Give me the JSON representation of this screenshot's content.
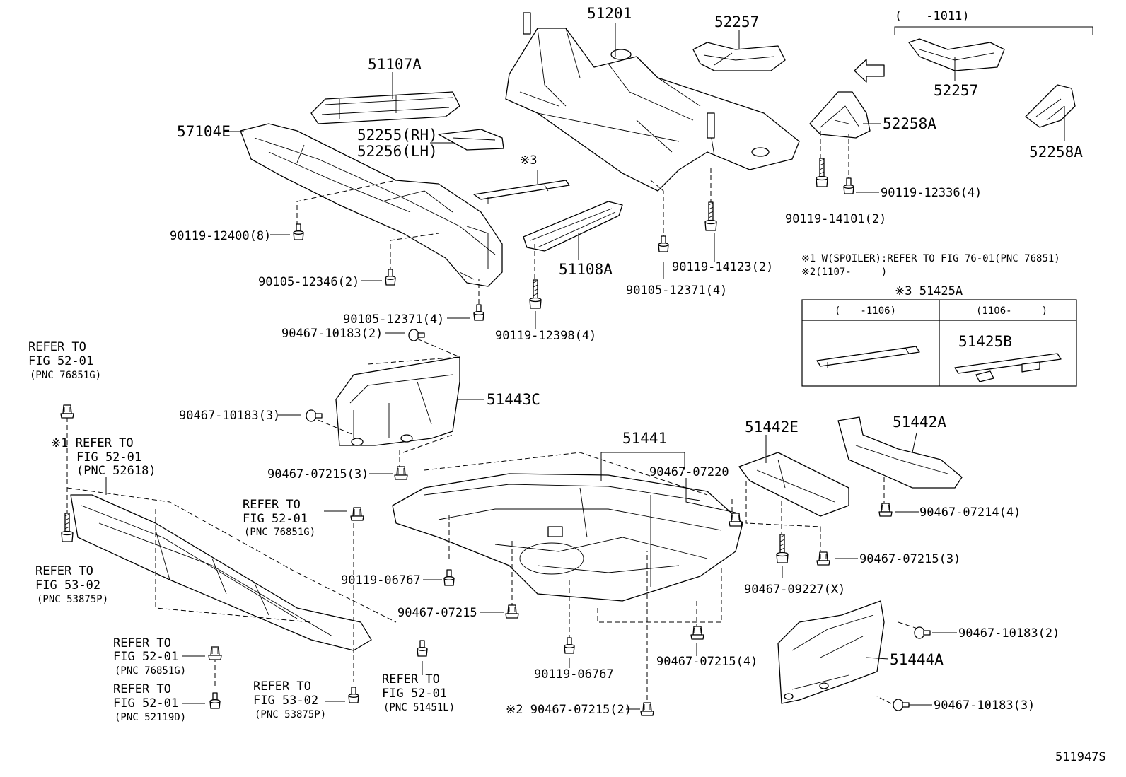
{
  "diagram_id": "511947S",
  "labels": {
    "p51201": "51201",
    "p52257_top": "52257",
    "date_range_top": "(　　-1011)",
    "p52257_right": "52257",
    "p52258A_a": "52258A",
    "p52258A_b": "52258A",
    "p51107A": "51107A",
    "p57104E": "57104E",
    "p52255": "52255(RH)",
    "p52256": "52256(LH)",
    "note3_mark": "※3",
    "b90119_12336": "90119-12336(4)",
    "b90119_14101": "90119-14101(2)",
    "b90119_12400": "90119-12400(8)",
    "p51108A": "51108A",
    "b90119_14123": "90119-14123(2)",
    "b90105_12346": "90105-12346(2)",
    "b90105_12371_b": "90105-12371(4)",
    "b90105_12371_a": "90105-12371(4)",
    "b90119_12398": "90119-12398(4)",
    "b90467_10183_top": "90467-10183(2)",
    "note1": "※1 W(SPOILER):REFER TO FIG 76-01(PNC 76851)",
    "note2": "※2(1107-　　　)",
    "note3_title": "※3 51425A",
    "table_col1": "(　　-1106)",
    "table_col2": "(1106-　　　)",
    "p51425B": "51425B",
    "ref1_a": "REFER TO",
    "ref1_b": "FIG 52-01",
    "ref1_c": "(PNC 76851G)",
    "p51443C": "51443C",
    "b90467_10183_3": "90467-10183(3)",
    "ref2_a": "※1 REFER TO",
    "ref2_b": "FIG 52-01",
    "ref2_c": "(PNC 52618)",
    "p51441": "51441",
    "p51442E": "51442E",
    "p51442A": "51442A",
    "b90467_07215_3_left": "90467-07215(3)",
    "b90467_07220": "90467-07220",
    "b90467_07214": "90467-07214(4)",
    "ref3_a": "REFER TO",
    "ref3_b": "FIG 52-01",
    "ref3_c": "(PNC 76851G)",
    "b90467_07215_3_right": "90467-07215(3)",
    "ref4_a": "REFER TO",
    "ref4_b": "FIG 53-02",
    "ref4_c": "(PNC 53875P)",
    "b90119_06767_a": "90119-06767",
    "b90467_09227": "90467-09227(X)",
    "b90467_07215_mid": "90467-07215",
    "b90467_10183_2": "90467-10183(2)",
    "p51444A": "51444A",
    "ref5_a": "REFER TO",
    "ref5_b": "FIG 52-01",
    "ref5_c": "(PNC 76851G)",
    "b90467_07215_4": "90467-07215(4)",
    "b90119_06767_b": "90119-06767",
    "ref6_a": "REFER TO",
    "ref6_b": "FIG 52-01",
    "ref6_c": "(PNC 52119D)",
    "ref7_a": "REFER TO",
    "ref7_b": "FIG 53-02",
    "ref7_c": "(PNC 53875P)",
    "ref8_a": "REFER TO",
    "ref8_b": "FIG 52-01",
    "ref8_c": "(PNC 51451L)",
    "b90467_07215_2": "※2 90467-07215(2)",
    "b90467_10183_3_bottom": "90467-10183(3)"
  },
  "icons": [
    "bolt-icon",
    "clip-icon",
    "arrow-icon"
  ]
}
